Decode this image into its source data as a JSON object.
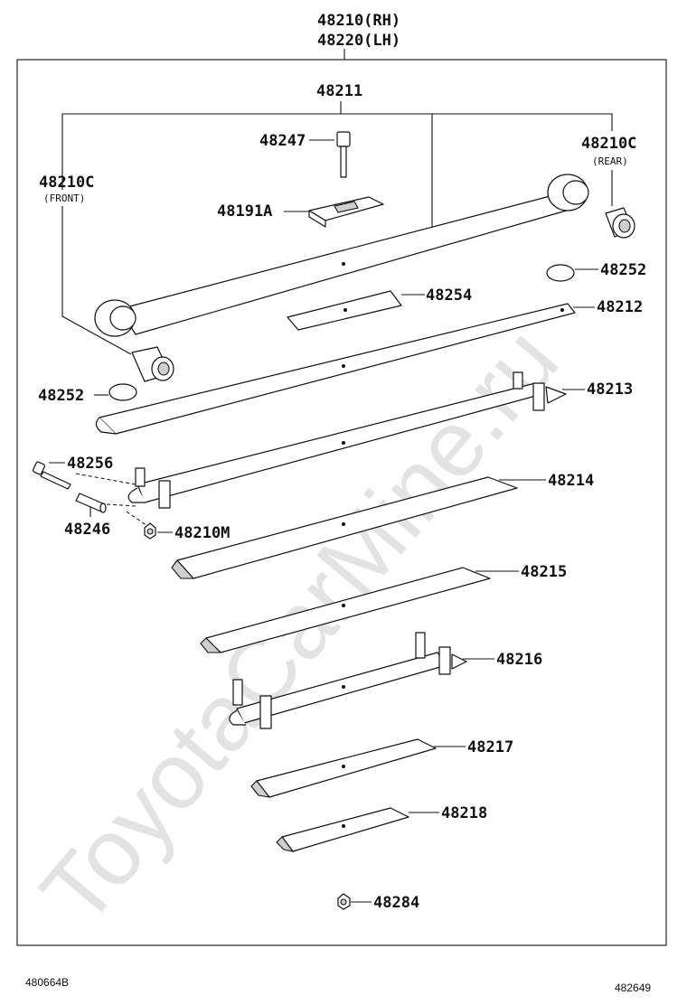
{
  "header": {
    "assembly_rh": "48210(RH)",
    "assembly_lh": "48220(LH)"
  },
  "labels": {
    "main_leaf": "48211",
    "bolt_center": "48247",
    "clip": "48191A",
    "bushing_front": "48210C",
    "bushing_front_note": "(FRONT)",
    "bushing_rear": "48210C",
    "bushing_rear_note": "(REAR)",
    "spacer_right": "48252",
    "insert": "48254",
    "leaf_2": "48212",
    "spacer_left": "48252",
    "leaf_3": "48213",
    "bolt_clip": "48256",
    "leaf_4": "48214",
    "collar": "48246",
    "nut_clip": "48210M",
    "leaf_5": "48215",
    "leaf_6": "48216",
    "leaf_7": "48217",
    "leaf_8": "48218",
    "nut_center": "48284"
  },
  "watermark": "ToyotaCarMine.ru",
  "footer": {
    "left_code": "480664B",
    "right_code": "482649"
  }
}
